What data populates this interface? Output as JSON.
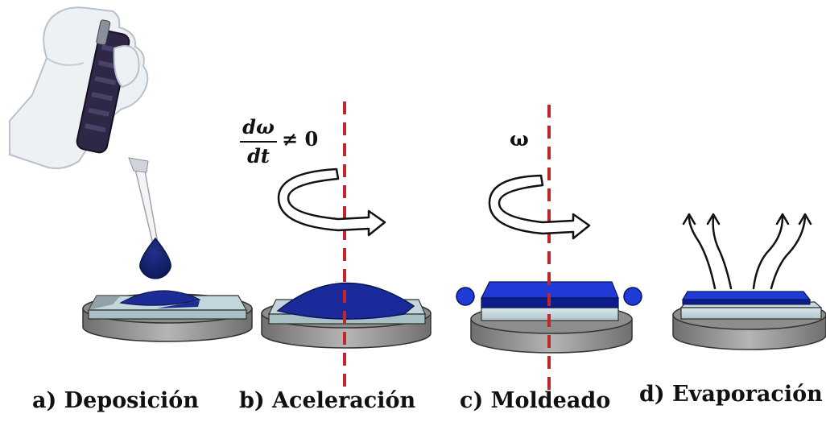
{
  "captions": {
    "a": "a) Deposición",
    "b": "b) Aceleración",
    "c": "c) Moldeado",
    "d": "d) Evaporación"
  },
  "equations": {
    "b_numerator": "dω",
    "b_denominator": "dt",
    "b_relation": "≠ 0",
    "c_symbol": "ω"
  },
  "colors": {
    "solution": "#1a2f9e",
    "film_top": "#1f3ad6",
    "disc": "#8a8a8a",
    "substrate": "#c9dbe0",
    "axis": "#c0272d",
    "droplet_edge": "#0a1650"
  },
  "icons": [
    "gloved-hand-pipette-icon",
    "rotation-arrow-icon",
    "evaporation-arrows-icon"
  ]
}
